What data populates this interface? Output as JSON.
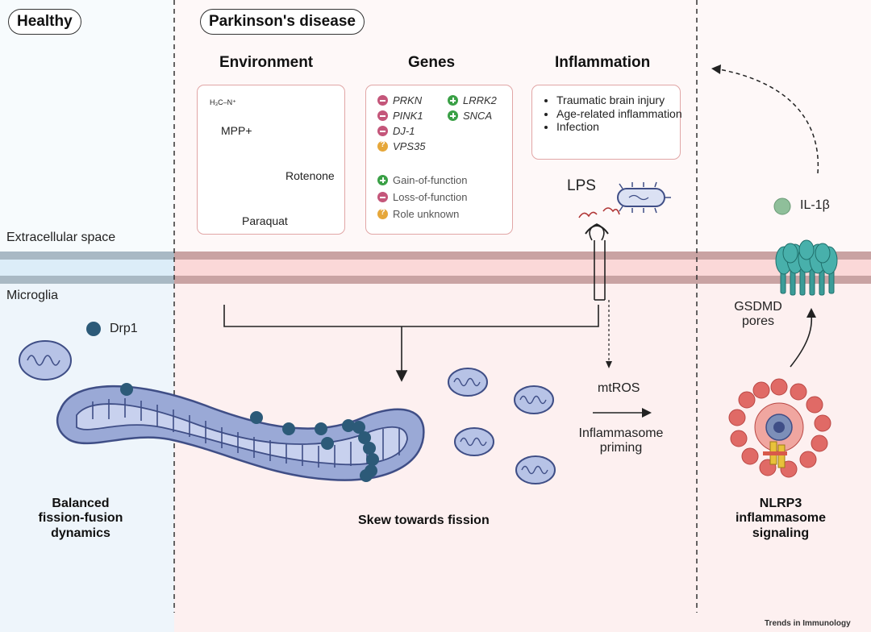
{
  "headers": {
    "healthy": "Healthy",
    "parkinsons": "Parkinson's disease"
  },
  "columns": {
    "environment": "Environment",
    "genes": "Genes",
    "inflammation": "Inflammation"
  },
  "environment": {
    "mpp": "MPP+",
    "rotenone": "Rotenone",
    "paraquat": "Paraquat"
  },
  "genes": {
    "list": [
      {
        "name": "PRKN",
        "effect": "loss"
      },
      {
        "name": "PINK1",
        "effect": "loss"
      },
      {
        "name": "DJ-1",
        "effect": "loss"
      },
      {
        "name": "VPS35",
        "effect": "unknown"
      },
      {
        "name": "LRRK2",
        "effect": "gain"
      },
      {
        "name": "SNCA",
        "effect": "gain"
      }
    ],
    "legend": {
      "gain": "Gain-of-function",
      "loss": "Loss-of-function",
      "unknown": "Role unknown"
    }
  },
  "inflammation": {
    "items": [
      "Traumatic brain injury",
      "Age-related inflammation",
      "Infection"
    ]
  },
  "labels": {
    "lps": "LPS",
    "il1b": "IL-1β",
    "extracellular": "Extracellular space",
    "microglia": "Microglia",
    "drp1": "Drp1",
    "gsdmd": "GSDMD pores",
    "mtros": "mtROS",
    "priming": "Inflammasome priming",
    "balanced": "Balanced fission-fusion dynamics",
    "skew": "Skew towards fission",
    "nlrp3": "NLRP3 inflammasome signaling",
    "credit": "Trends in Immunology"
  },
  "colors": {
    "healthy_bg": "#eef5fb",
    "disease_bg": "#fdf0f0",
    "membrane_band": "#a9b9c4",
    "membrane_pink": "#d9a4a4",
    "mito_fill": "#9aa9d6",
    "mito_stroke": "#3f4e86",
    "drp1": "#2c5a78",
    "box_border": "#e1a6a6",
    "gsdmd": "#3b9c98",
    "il1b": "#8fbf9a",
    "nlrp3_red": "#e06a66",
    "dna": "#a03030"
  }
}
